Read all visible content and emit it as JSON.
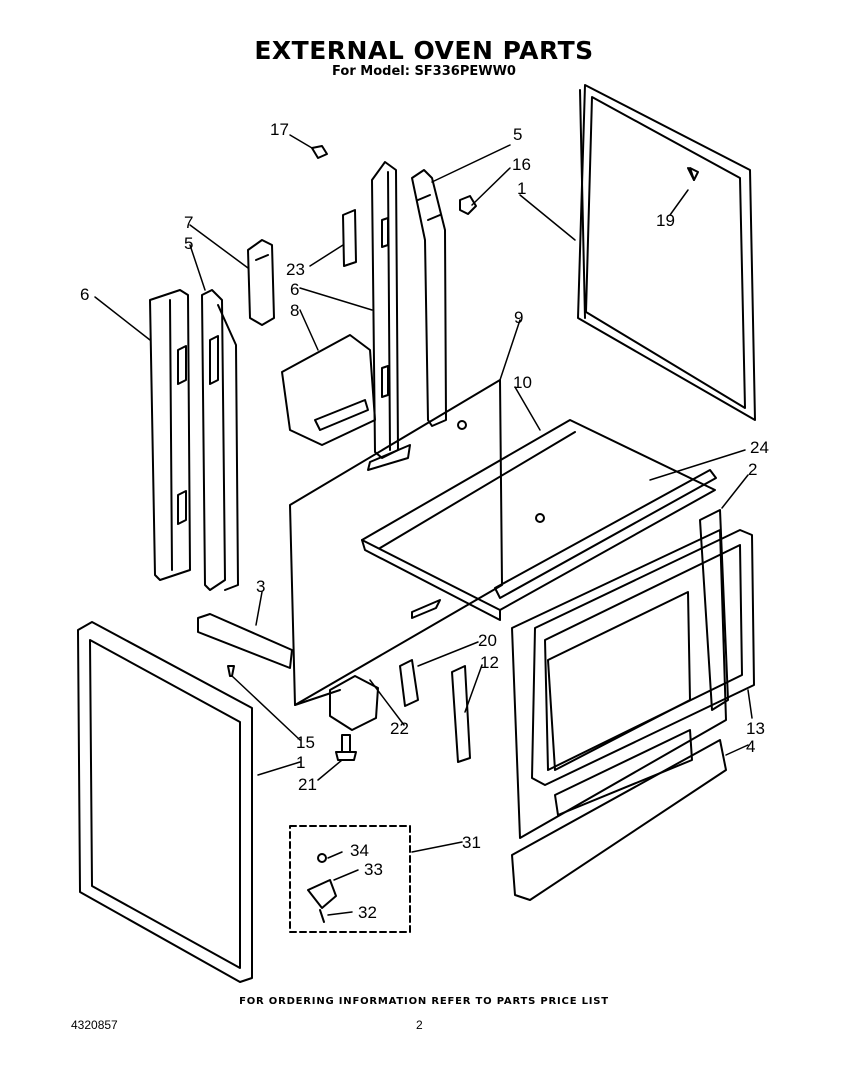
{
  "header": {
    "title": "EXTERNAL OVEN PARTS",
    "model": "For Model: SF336PEWW0"
  },
  "callouts": [
    "17",
    "5",
    "16",
    "1",
    "19",
    "7",
    "5",
    "23",
    "6",
    "6",
    "8",
    "9",
    "10",
    "24",
    "2",
    "3",
    "20",
    "12",
    "15",
    "22",
    "13",
    "4",
    "1",
    "21",
    "31",
    "34",
    "33",
    "32"
  ],
  "footer": {
    "instruction": "FOR ORDERING INFORMATION REFER TO PARTS PRICE LIST",
    "doc_number": "4320857",
    "page": "2"
  }
}
